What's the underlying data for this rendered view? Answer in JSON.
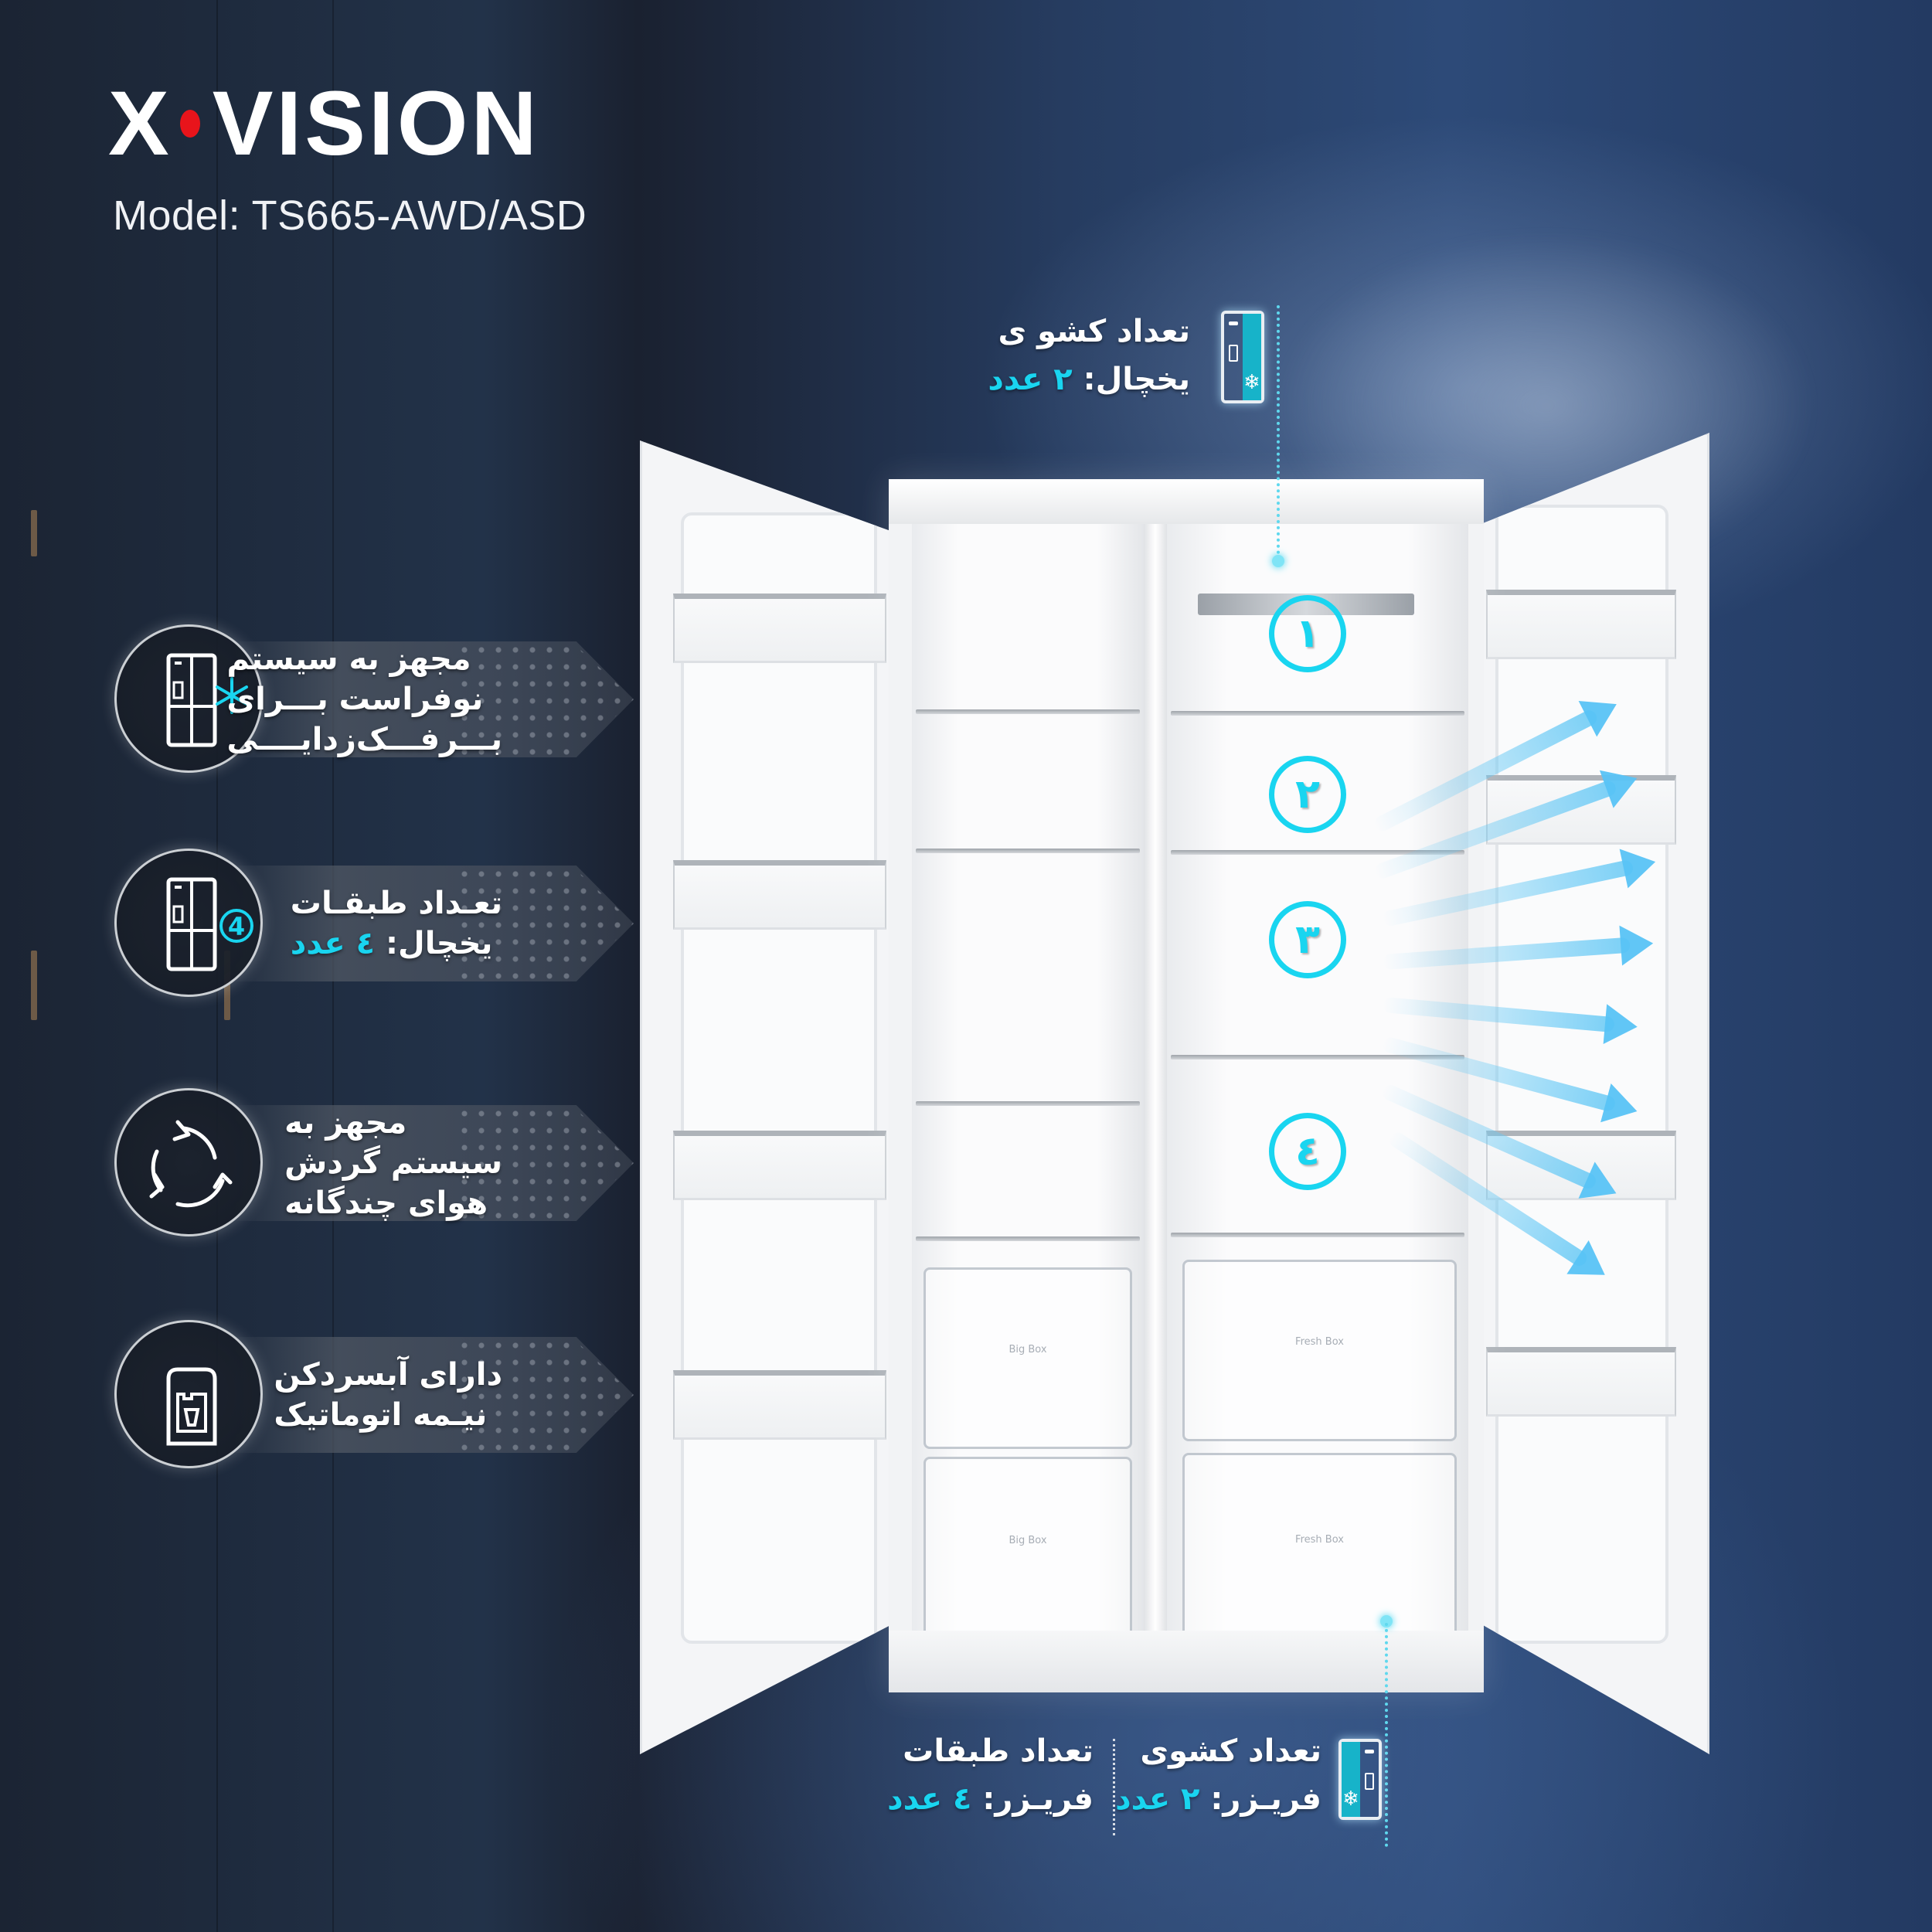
{
  "brand": {
    "logo_left": "X",
    "logo_right": "VISION",
    "logo_dot_color": "#e8141b",
    "model": "Model: TS665-AWD/ASD"
  },
  "colors": {
    "accent": "#19d5f0",
    "background": "#24385a",
    "text": "#ffffff"
  },
  "features": [
    {
      "icon": "side-by-side-fridge-snowflake-icon",
      "lines": [
        "مجهز به سیستم",
        "نوفراست بـــرای",
        "بـــرفـــک‌زدایــــی"
      ]
    },
    {
      "icon": "fridge-shelves-count-icon",
      "icon_badge": "4",
      "lines": [
        "تعـداد طبقـات"
      ],
      "value_prefix": "یخچال:",
      "value": "٤ عدد"
    },
    {
      "icon": "air-circulation-icon",
      "lines": [
        "مجهز به",
        "سیستم گردش",
        "هوای چندگانه"
      ]
    },
    {
      "icon": "water-dispenser-icon",
      "lines": [
        "دارای آبسردکن",
        "نیـمه اتوماتیک"
      ]
    }
  ],
  "callouts": {
    "fridge_drawers": {
      "title": "تعداد کشو ی",
      "label": "یخچال:",
      "value": "۲ عدد"
    },
    "freezer_drawers": {
      "title": "تعداد کشوی",
      "label": "فریـزر:",
      "value": "۲ عدد"
    },
    "freezer_shelves": {
      "title": "تعداد طبقات",
      "label": "فریـزر:",
      "value": "٤ عدد"
    }
  },
  "shelf_numbers": [
    "١",
    "٢",
    "٣",
    "٤"
  ],
  "drawer_labels": {
    "left_top": "Big Box",
    "left_bottom": "Big Box",
    "right_top": "Fresh Box",
    "right_bottom": "Fresh Box"
  }
}
